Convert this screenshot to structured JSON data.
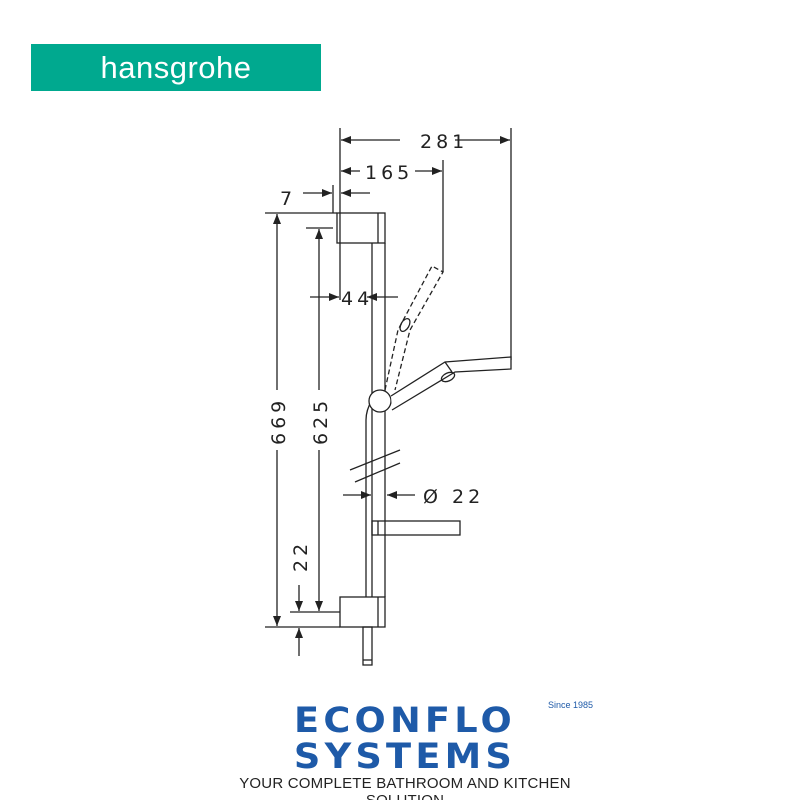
{
  "brand": {
    "logo_text": "hansgrohe",
    "color": "#00a98f"
  },
  "dimensions": {
    "width_total": "281",
    "width_handle": "165",
    "offset_top": "7",
    "height_total": "669",
    "height_mount": "625",
    "bottom_offset": "22",
    "rail_offset": "44",
    "rail_diameter": "Ø 22"
  },
  "footer": {
    "company": "ECONFLO SYSTEMS",
    "since": "Since 1985",
    "tagline": "YOUR COMPLETE BATHROOM AND KITCHEN SOLUTION",
    "color": "#1e5aa8"
  }
}
